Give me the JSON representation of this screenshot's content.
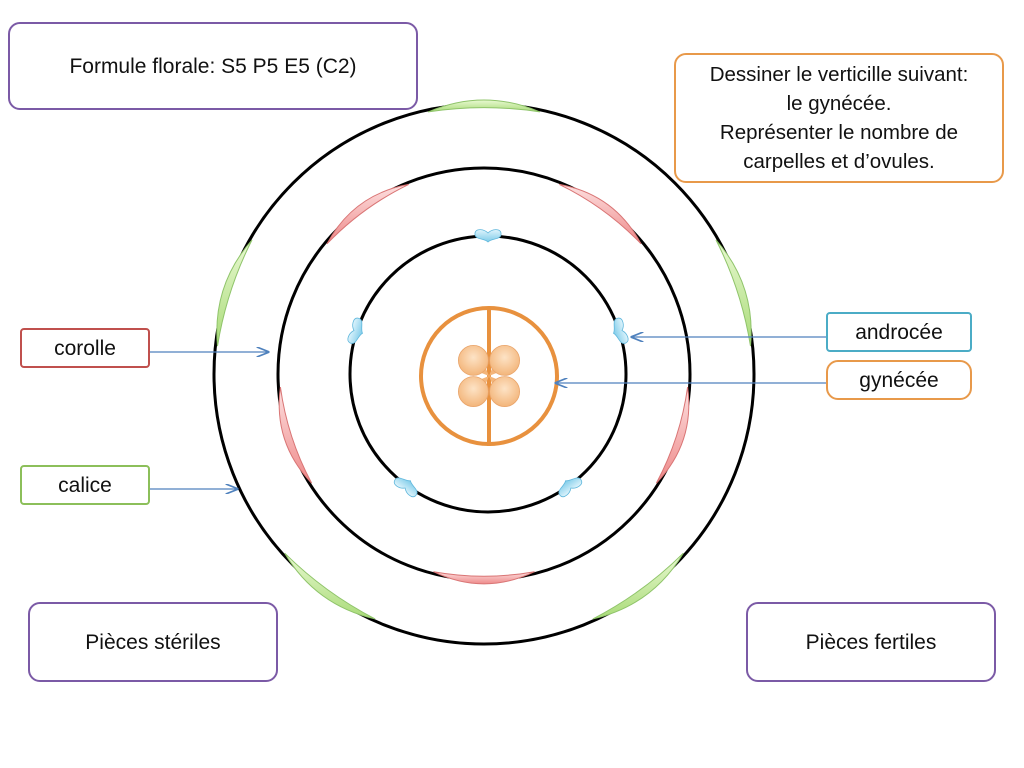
{
  "formula": {
    "text": "Formule florale: S5 P5 E5 (C2)"
  },
  "instruction": {
    "lines": [
      "Dessiner le verticille suivant:",
      "le gynécée.",
      "Représenter le nombre de",
      "carpelles et d’ovules."
    ]
  },
  "labels": {
    "corolle": "corolle",
    "calice": "calice",
    "androcee": "androcée",
    "gynecee": "gynécée",
    "steriles": "Pièces stériles",
    "fertiles": "Pièces fertiles"
  },
  "colors": {
    "sepal": "#c9eda0",
    "petal": "#f5a3a3",
    "stamen": "#9fd8f0",
    "gynoecium": "#e8913e",
    "arrow": "#4f81bd"
  }
}
